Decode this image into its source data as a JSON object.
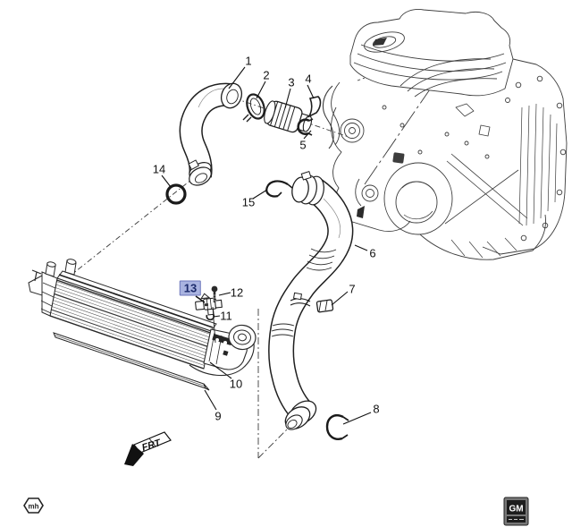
{
  "callouts": [
    {
      "label": "1",
      "highlighted": false
    },
    {
      "label": "2",
      "highlighted": false
    },
    {
      "label": "3",
      "highlighted": false
    },
    {
      "label": "4",
      "highlighted": false
    },
    {
      "label": "5",
      "highlighted": false
    },
    {
      "label": "6",
      "highlighted": false
    },
    {
      "label": "7",
      "highlighted": false
    },
    {
      "label": "8",
      "highlighted": false
    },
    {
      "label": "9",
      "highlighted": false
    },
    {
      "label": "10",
      "highlighted": false
    },
    {
      "label": "11",
      "highlighted": false
    },
    {
      "label": "12",
      "highlighted": false
    },
    {
      "label": "13",
      "highlighted": true
    },
    {
      "label": "14",
      "highlighted": false
    },
    {
      "label": "15",
      "highlighted": false
    }
  ],
  "front_indicator": {
    "label": "FRT"
  },
  "logos": {
    "left_mark": "mh",
    "right_mark": "GM"
  },
  "highlight": {
    "background": "#a9b3e0",
    "border": "#6b76bb",
    "text_color": "#1b2a6b"
  },
  "line_color": "#222222",
  "background_color": "#ffffff"
}
